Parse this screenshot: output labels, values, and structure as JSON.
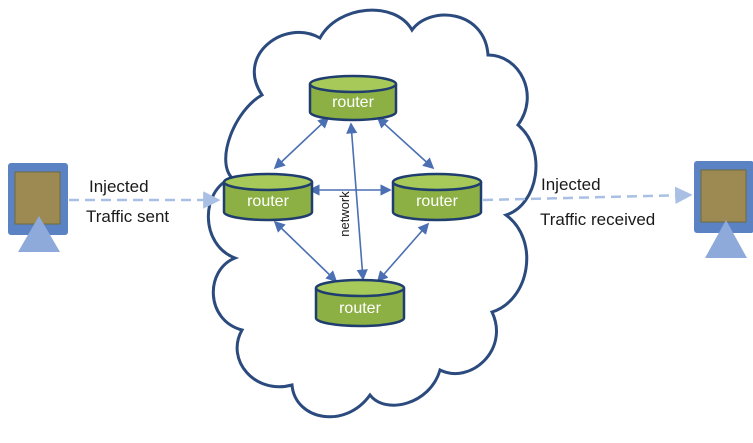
{
  "routers": {
    "top": "router",
    "left": "router",
    "right": "router",
    "bottom": "router"
  },
  "network_label": "network",
  "sender": {
    "line1": "Injected",
    "line2": "Traffic sent"
  },
  "receiver": {
    "line1": "Injected",
    "line2": "Traffic received"
  },
  "colors": {
    "cloud_outline": "#2b4a7e",
    "router_fill": "#8cb043",
    "router_top": "#a7c95a",
    "router_border": "#1f3d6e",
    "link_arrow": "#4a6fb3",
    "traffic_arrow": "#a9c0e4",
    "host_frame": "#5b83c3",
    "host_screen": "#9c8a52",
    "host_base": "#8eaadb"
  },
  "icons": [
    "host-computer-icon",
    "router-cylinder-icon",
    "cloud-shape"
  ]
}
